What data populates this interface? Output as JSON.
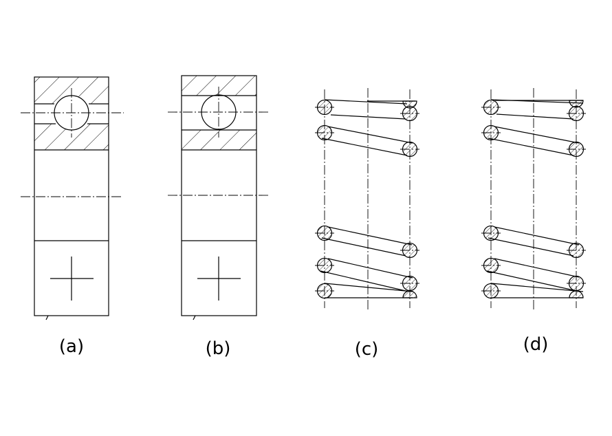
{
  "figures": [
    {
      "id": "a",
      "label": "(a)",
      "type": "bearing-section"
    },
    {
      "id": "b",
      "label": "(b)",
      "type": "bearing-section"
    },
    {
      "id": "c",
      "label": "(c)",
      "type": "spring-section"
    },
    {
      "id": "d",
      "label": "(d)",
      "type": "spring-section"
    }
  ],
  "colors": {
    "line": "#000000",
    "background": "#ffffff"
  }
}
